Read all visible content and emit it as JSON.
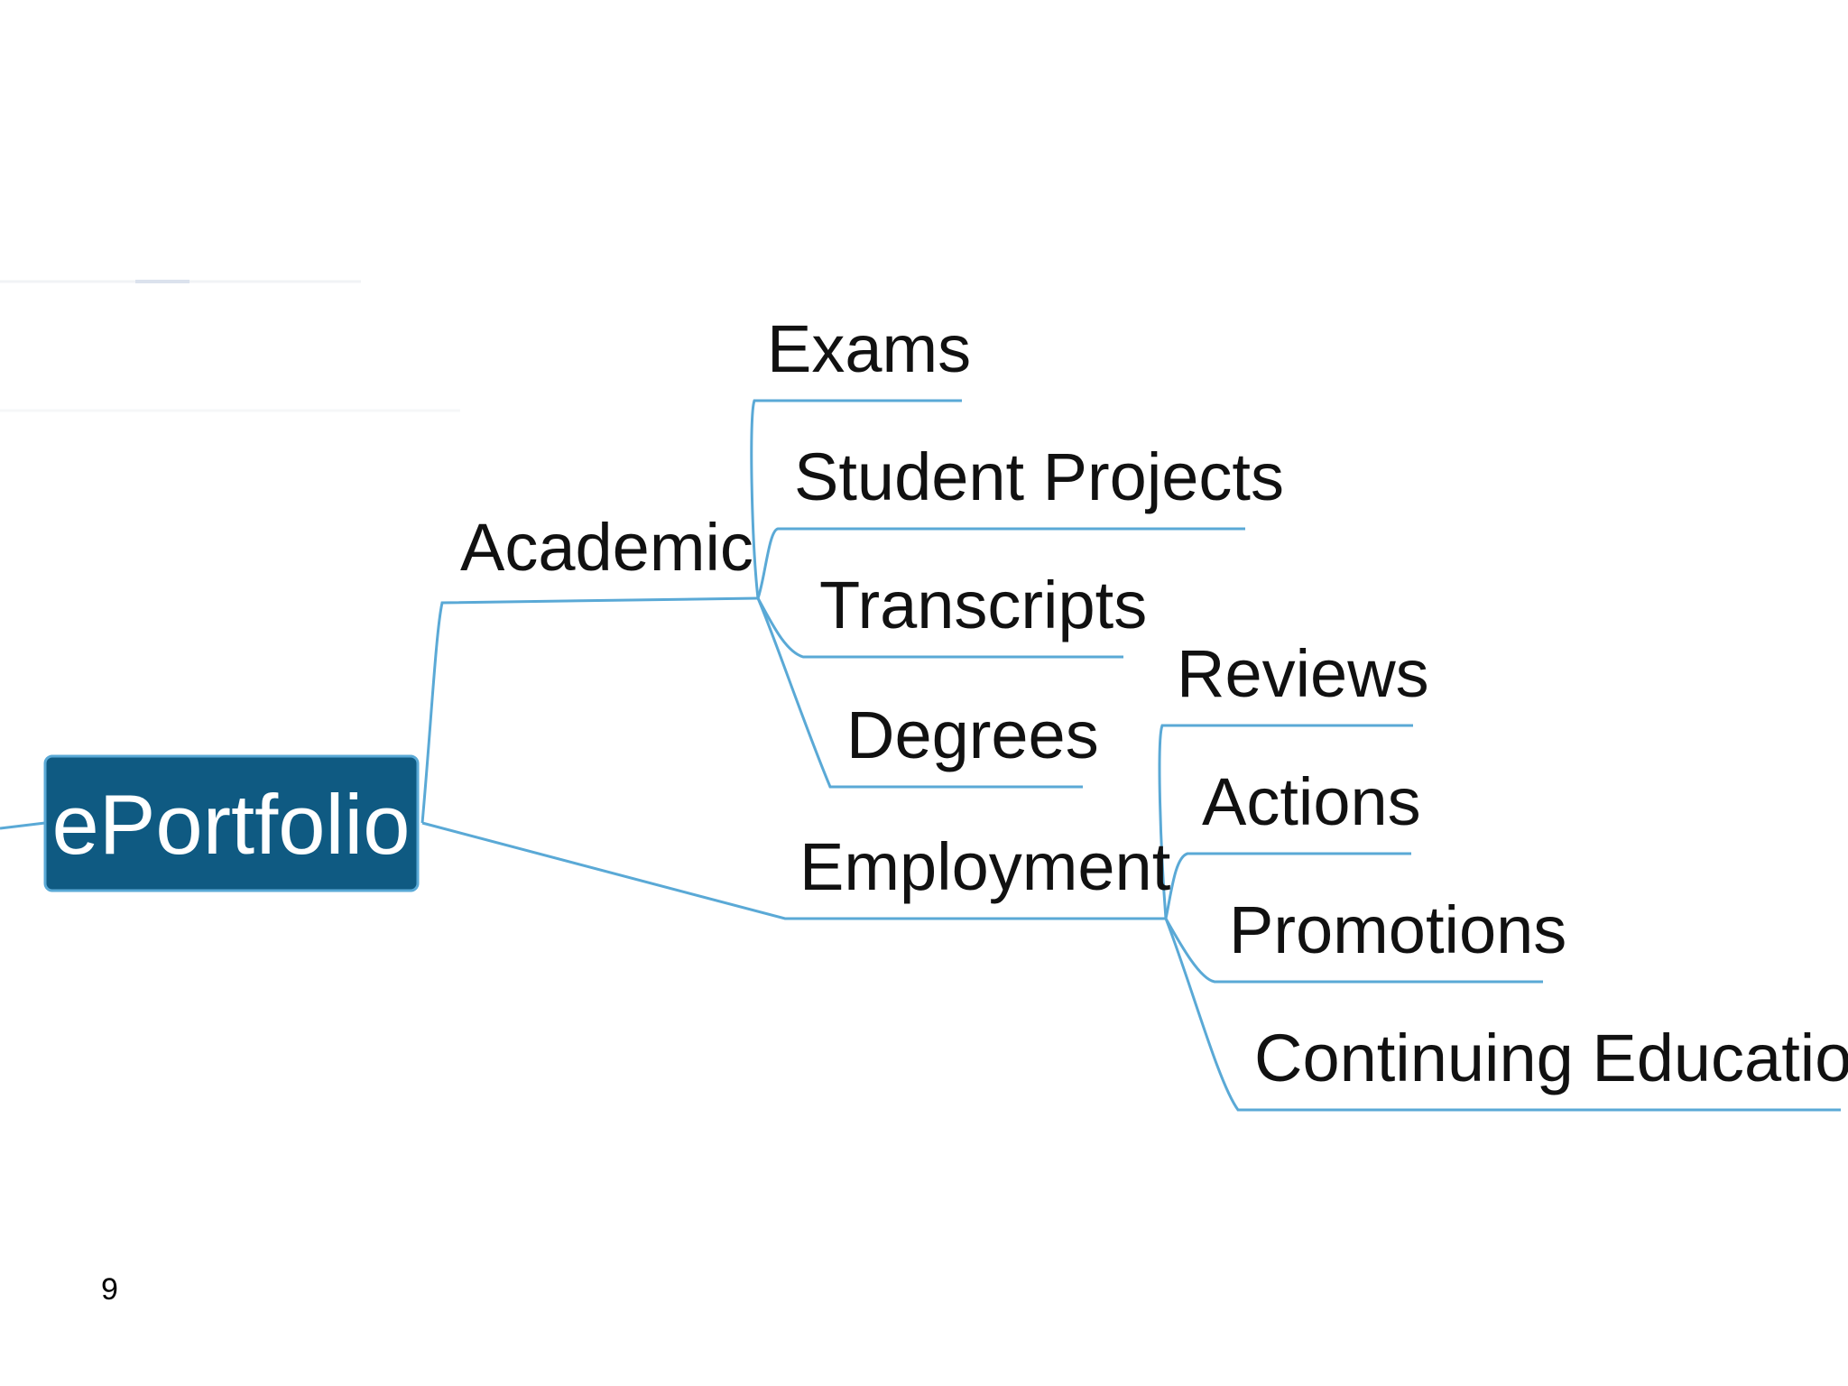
{
  "colors": {
    "root_fill": "#0f5a82",
    "root_border": "#5aa9d6",
    "branch_line": "#5aa9d6",
    "text": "#111111"
  },
  "mindmap": {
    "root": "ePortfolio",
    "branches": [
      {
        "label": "Academic",
        "children": [
          "Exams",
          "Student Projects",
          "Transcripts",
          "Degrees"
        ]
      },
      {
        "label": "Employment",
        "children": [
          "Reviews",
          "Actions",
          "Promotions",
          "Continuing Education"
        ]
      }
    ]
  },
  "page_number": "9"
}
